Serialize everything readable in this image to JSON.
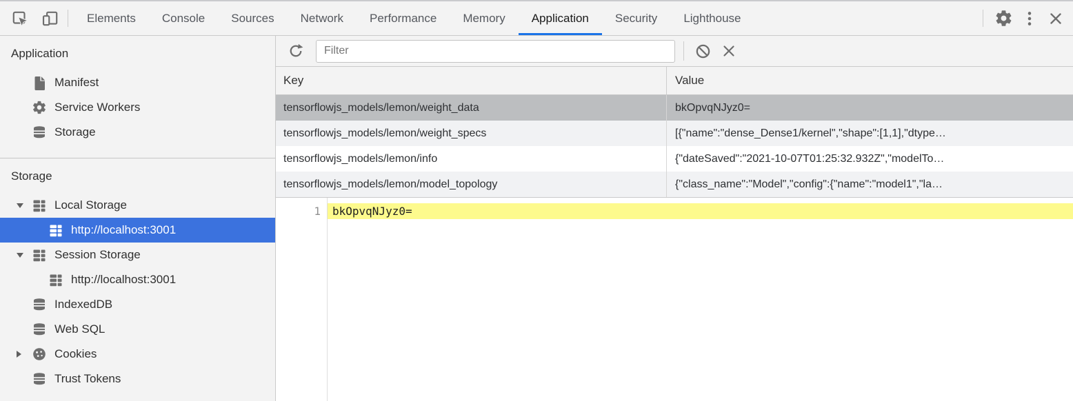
{
  "topbar": {
    "tabs": [
      "Elements",
      "Console",
      "Sources",
      "Network",
      "Performance",
      "Memory",
      "Application",
      "Security",
      "Lighthouse"
    ],
    "active_tab": "Application"
  },
  "sidebar": {
    "sections": [
      {
        "title": "Application",
        "items": [
          {
            "label": "Manifest",
            "icon": "document-icon"
          },
          {
            "label": "Service Workers",
            "icon": "gear-icon"
          },
          {
            "label": "Storage",
            "icon": "database-icon"
          }
        ]
      },
      {
        "title": "Storage",
        "items": [
          {
            "label": "Local Storage",
            "icon": "table-icon",
            "expanded": true
          },
          {
            "label": "http://localhost:3001",
            "icon": "table-icon",
            "selected": true
          },
          {
            "label": "Session Storage",
            "icon": "table-icon",
            "expanded": true
          },
          {
            "label": "http://localhost:3001",
            "icon": "table-icon"
          },
          {
            "label": "IndexedDB",
            "icon": "database-icon"
          },
          {
            "label": "Web SQL",
            "icon": "database-icon"
          },
          {
            "label": "Cookies",
            "icon": "cookie-icon",
            "collapsed": true
          },
          {
            "label": "Trust Tokens",
            "icon": "database-icon"
          }
        ]
      }
    ]
  },
  "storage_toolbar": {
    "filter_placeholder": "Filter",
    "filter_value": ""
  },
  "data_grid": {
    "columns": [
      "Key",
      "Value"
    ],
    "rows": [
      {
        "key": "tensorflowjs_models/lemon/weight_data",
        "value": "bkOpvqNJyz0=",
        "selected": true
      },
      {
        "key": "tensorflowjs_models/lemon/weight_specs",
        "value": "[{\"name\":\"dense_Dense1/kernel\",\"shape\":[1,1],\"dtype…"
      },
      {
        "key": "tensorflowjs_models/lemon/info",
        "value": "{\"dateSaved\":\"2021-10-07T01:25:32.932Z\",\"modelTo…"
      },
      {
        "key": "tensorflowjs_models/lemon/model_topology",
        "value": "{\"class_name\":\"Model\",\"config\":{\"name\":\"model1\",\"la…"
      }
    ]
  },
  "preview": {
    "line_number": "1",
    "content": "bkOpvqNJyz0="
  },
  "colors": {
    "accent_blue": "#1a73e8",
    "sidebar_selection_blue": "#3b72de",
    "row_selection_gray": "#bcbec0",
    "row_stripe": "#f1f2f4",
    "highlight_yellow": "#fdfa8d",
    "panel_gray": "#f3f3f3"
  }
}
